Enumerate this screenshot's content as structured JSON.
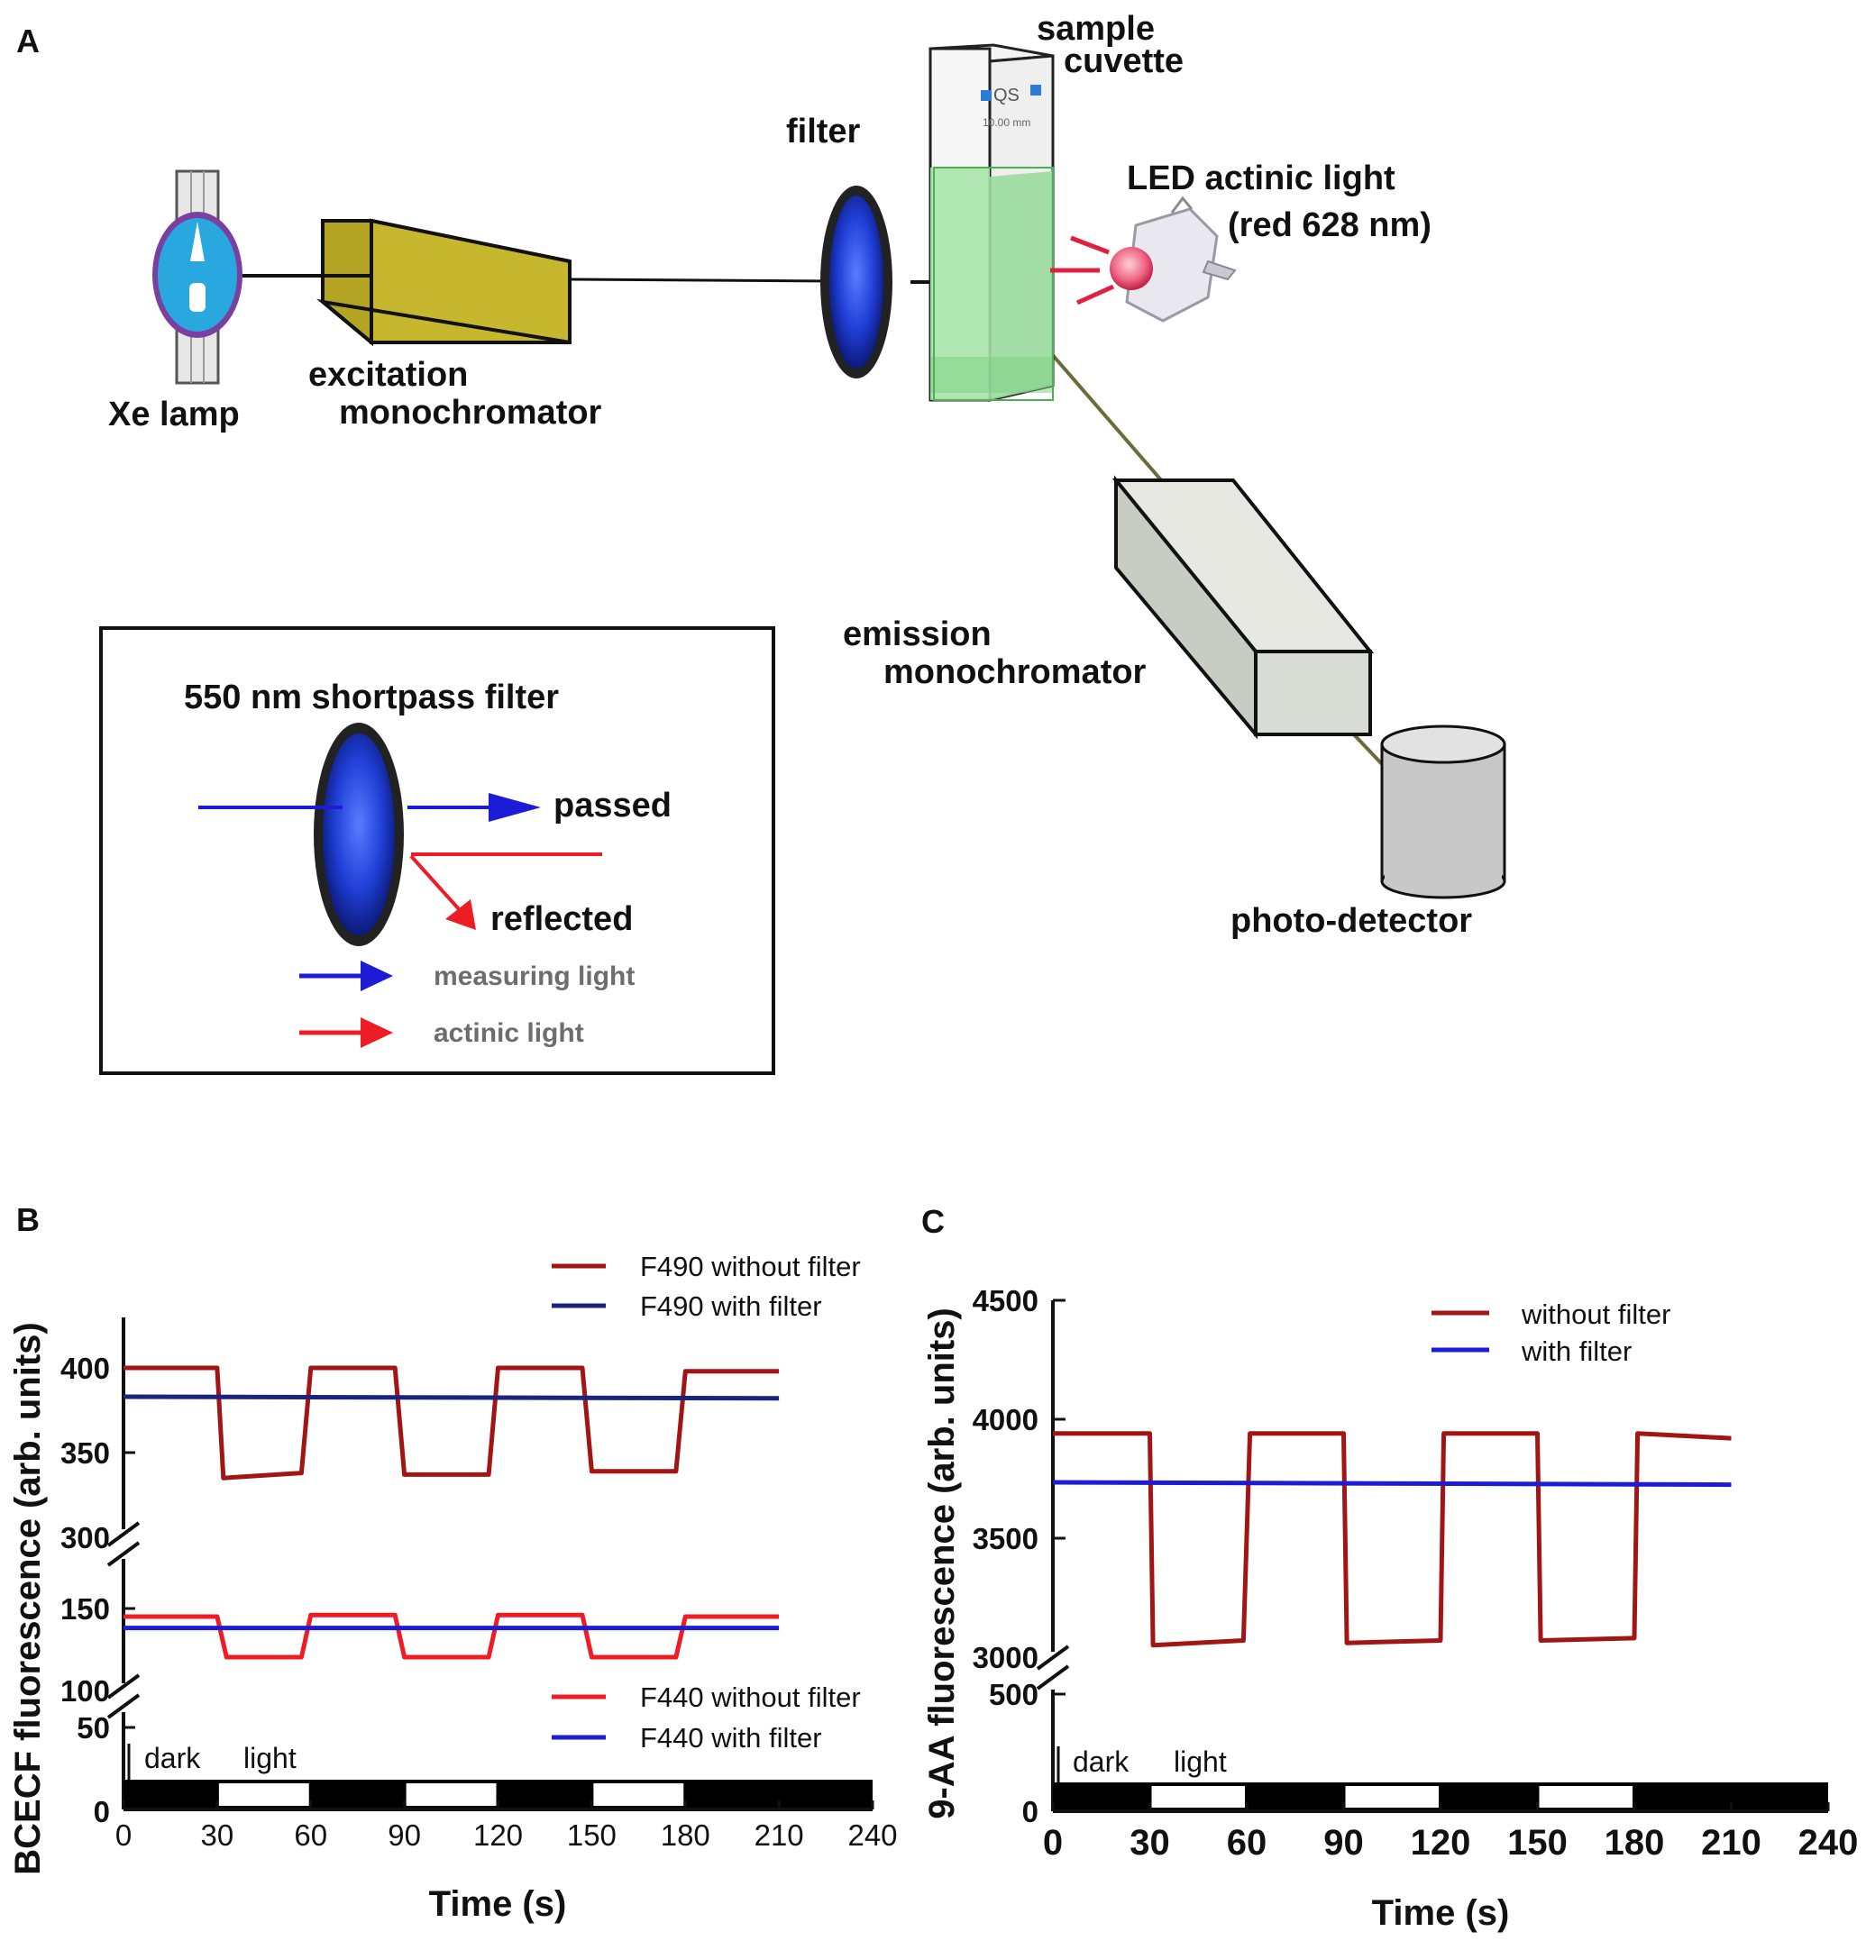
{
  "panels": {
    "a": "A",
    "b": "B",
    "c": "C"
  },
  "diagram": {
    "xe_lamp": "Xe lamp",
    "excitation_line1": "excitation",
    "excitation_line2": "monochromator",
    "filter": "filter",
    "cuvette_line1": "sample",
    "cuvette_line2": "cuvette",
    "cuvette_mark": "QS",
    "cuvette_mark2": "10.00 mm",
    "led_line1": "LED actinic light",
    "led_line2": "(red 628 nm)",
    "emission_line1": "emission",
    "emission_line2": "monochromator",
    "detector": "photo-detector"
  },
  "inset": {
    "title": "550 nm shortpass filter",
    "passed": "passed",
    "reflected": "reflected",
    "measuring": "measuring light",
    "actinic": "actinic light"
  },
  "colors": {
    "dark_red": "#a31515",
    "red": "#ee1c24",
    "navy": "#1a237e",
    "blue": "#1c1cd6",
    "lamp_blue": "#29a8e0",
    "box_olive": "#c7b72e",
    "box_grey": "#d9dcd4",
    "cuvette_green": "#a6e3a9"
  },
  "chart_data": [
    {
      "type": "line",
      "panel": "B",
      "xlabel": "Time (s)",
      "ylabel": "BCECF fluorescence (arb. units)",
      "x_ticks": [
        "0",
        "30",
        "60",
        "90",
        "120",
        "150",
        "180",
        "210",
        "240"
      ],
      "xlim": [
        0,
        240
      ],
      "y_ticks_upper": [
        "300",
        "350",
        "400"
      ],
      "y_ticks_middle": [
        "100",
        "150"
      ],
      "y_ticks_lower": [
        "0",
        "50"
      ],
      "broken_axis": true,
      "light_periods": [
        [
          30,
          60
        ],
        [
          90,
          120
        ],
        [
          150,
          180
        ]
      ],
      "dark_label": "dark",
      "light_label": "light",
      "series": [
        {
          "name": "F490 without filter",
          "color": "#a31515",
          "x": [
            0,
            30,
            32,
            57,
            60,
            87,
            90,
            117,
            120,
            147,
            150,
            177,
            180,
            210
          ],
          "y": [
            400,
            400,
            335,
            338,
            400,
            400,
            337,
            337,
            400,
            400,
            339,
            339,
            398,
            398
          ]
        },
        {
          "name": "F490 with filter",
          "color": "#1a237e",
          "x": [
            0,
            210
          ],
          "y": [
            383,
            382
          ]
        },
        {
          "name": "F440 without filter",
          "color": "#ee1c24",
          "x": [
            0,
            30,
            33,
            57,
            60,
            87,
            90,
            117,
            120,
            147,
            150,
            177,
            180,
            210
          ],
          "y": [
            145,
            145,
            120,
            120,
            146,
            146,
            120,
            120,
            146,
            146,
            120,
            120,
            145,
            145
          ]
        },
        {
          "name": "F440 with filter",
          "color": "#1c1cd6",
          "x": [
            0,
            210
          ],
          "y": [
            138,
            138
          ]
        }
      ]
    },
    {
      "type": "line",
      "panel": "C",
      "xlabel": "Time (s)",
      "ylabel": "9-AA fluorescence (arb. units)",
      "x_ticks": [
        "0",
        "30",
        "60",
        "90",
        "120",
        "150",
        "180",
        "210",
        "240"
      ],
      "xlim": [
        0,
        240
      ],
      "y_ticks_upper": [
        "3000",
        "3500",
        "4000",
        "4500"
      ],
      "y_ticks_lower": [
        "0",
        "500"
      ],
      "broken_axis": true,
      "light_periods": [
        [
          30,
          60
        ],
        [
          90,
          120
        ],
        [
          150,
          180
        ]
      ],
      "dark_label": "dark",
      "light_label": "light",
      "series": [
        {
          "name": "without filter",
          "color": "#a31515",
          "x": [
            0,
            30,
            31,
            59,
            61,
            90,
            91,
            120,
            121,
            150,
            151,
            180,
            181,
            210
          ],
          "y": [
            3940,
            3940,
            3050,
            3070,
            3940,
            3940,
            3060,
            3070,
            3940,
            3940,
            3070,
            3080,
            3940,
            3920
          ]
        },
        {
          "name": "with filter",
          "color": "#1c1cd6",
          "x": [
            0,
            210
          ],
          "y": [
            3735,
            3725
          ]
        }
      ]
    }
  ]
}
